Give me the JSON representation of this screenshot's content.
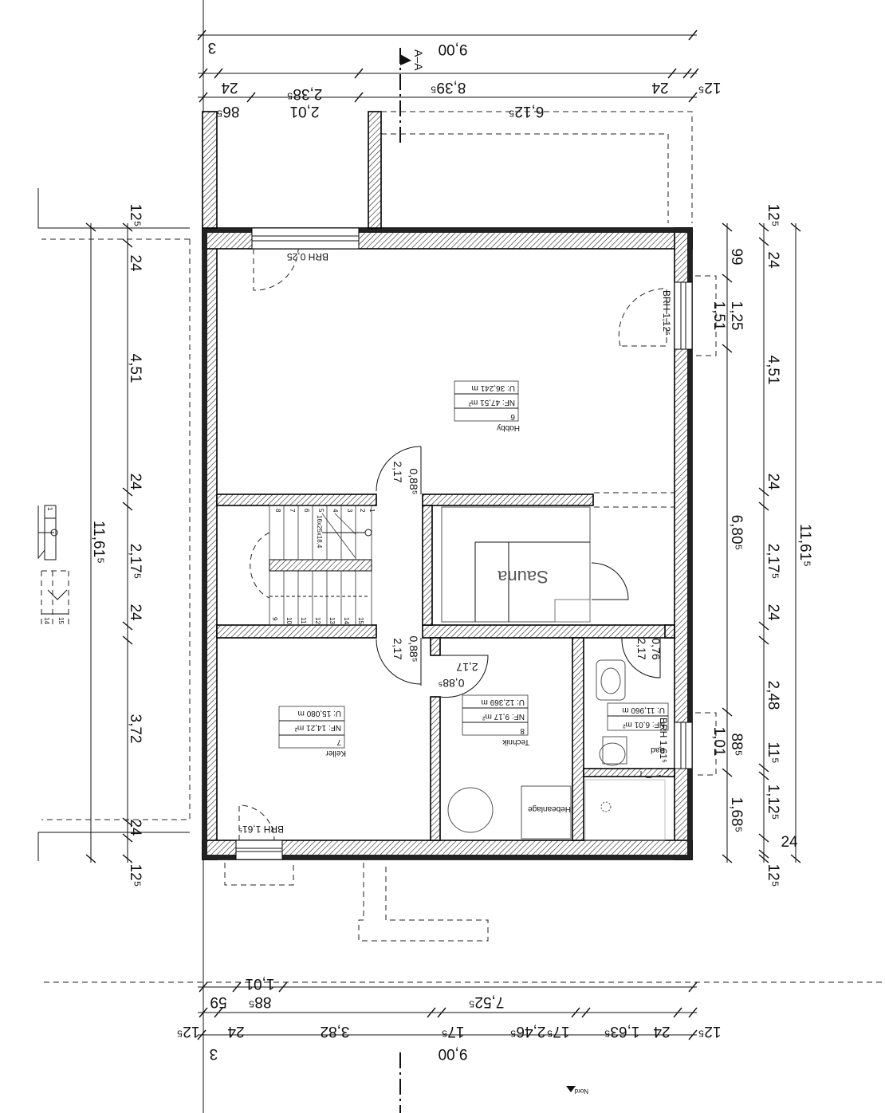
{
  "section_marker": "A–A",
  "north_label": "Nord",
  "dims_top": {
    "overall": "9,00",
    "edge_left": "3",
    "r2": [
      "24",
      "2,38⁵",
      "8,39⁵",
      "24",
      "12⁵"
    ],
    "r3": [
      "86⁵",
      "2,01",
      "6,12⁵"
    ]
  },
  "dims_bottom": {
    "overall": "9,00",
    "edge_left": "3",
    "r1": [
      "59",
      "88⁵",
      "1,01",
      "7,52⁵"
    ],
    "r2": [
      "12⁵",
      "24",
      "3,82",
      "17⁵",
      "2,46⁵",
      "17⁵",
      "1,63⁵",
      "24",
      "12⁵"
    ]
  },
  "dims_left": {
    "overall": "11,61⁵",
    "chain": [
      "12⁵",
      "24",
      "4,51",
      "24",
      "2,17⁵",
      "24",
      "3,72",
      "24",
      "12⁵"
    ]
  },
  "dims_right": {
    "overall": "11,61⁵",
    "chain": [
      "12⁵",
      "24",
      "4,51",
      "24",
      "2,17⁵",
      "24",
      "2,48",
      "11⁵",
      "1,12⁵",
      "24",
      "12⁵"
    ],
    "inner": [
      "99",
      "1,25",
      "6,80⁵",
      "88⁵",
      "1,68⁵"
    ],
    "win1": "1,51",
    "win2": "1,01"
  },
  "rooms": {
    "hobby": {
      "name": "Hobby",
      "no": "6",
      "nf": "NF: 47,51 m²",
      "u": "U: 36,241 m"
    },
    "keller": {
      "name": "Keller",
      "no": "7",
      "nf": "NF: 14,21 m²",
      "u": "U: 15,080 m"
    },
    "technik": {
      "name": "Technik",
      "no": "8",
      "nf": "NF:  9,17 m²",
      "u": "U: 12,369 m"
    },
    "bad": {
      "name": "Bad",
      "nf": "NF:  6,01 m²",
      "u": "U: 11,960 m"
    },
    "sauna": {
      "name": "Sauna"
    }
  },
  "brh": {
    "top": "BRH 0,25",
    "right": "BRH 1,12⁵",
    "bad": "BRH 1,61⁵",
    "keller": "BRH 1,61⁵"
  },
  "doors": {
    "d1": [
      "2,17",
      "0,88⁵"
    ],
    "d2": [
      "2,17",
      "0,88⁵"
    ],
    "d3": [
      "2,17",
      "0,88⁵"
    ],
    "d4": [
      "2,17",
      "0,76"
    ]
  },
  "hebeanlage": "Hebeanlage",
  "stair": {
    "label": "16x25x18,4",
    "upper_steps": [
      "8",
      "7",
      "6",
      "5",
      "4",
      "3",
      "2",
      "1"
    ],
    "lower_steps": [
      "9",
      "10",
      "11",
      "12",
      "13",
      "14",
      "15"
    ]
  },
  "legend": {
    "a": "1",
    "b": "14",
    "c": "15"
  }
}
